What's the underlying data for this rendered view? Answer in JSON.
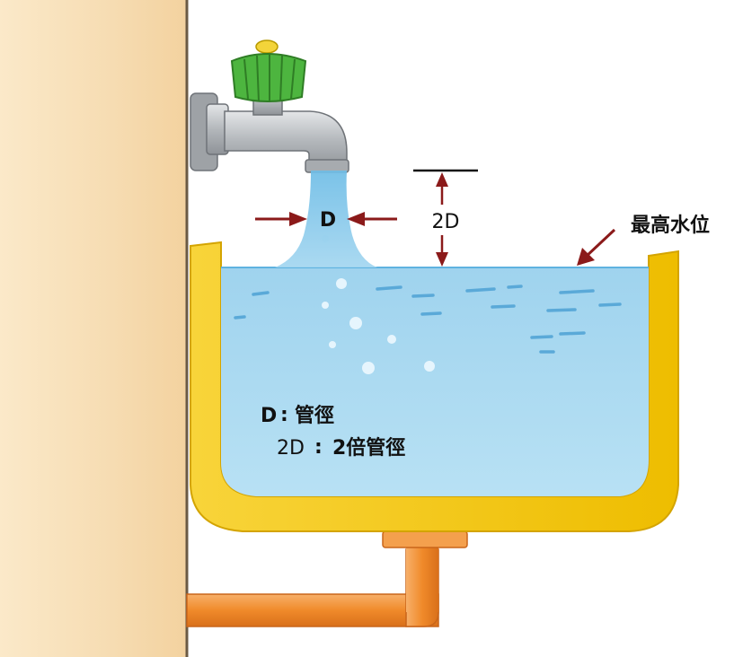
{
  "labels": {
    "pipe_diameter_symbol": "D",
    "gap_height": "2D",
    "max_water_level": "最高水位",
    "legend_d_key": "D",
    "legend_d_sep": ":",
    "legend_d_value": "管徑",
    "legend_2d_key": "2D",
    "legend_2d_sep": ":",
    "legend_2d_value": "2倍管徑"
  },
  "colors": {
    "wall": "#f6dcb2",
    "sink_rim": "#f2c400",
    "water": "#a9d8ef",
    "faucet_metal": "#b8bcc0",
    "faucet_handle": "#4db53f",
    "drain_pipe": "#f08a2a",
    "arrow": "#8b1a1a"
  },
  "icons": {
    "faucet": "faucet-icon",
    "handle": "knob-icon"
  }
}
